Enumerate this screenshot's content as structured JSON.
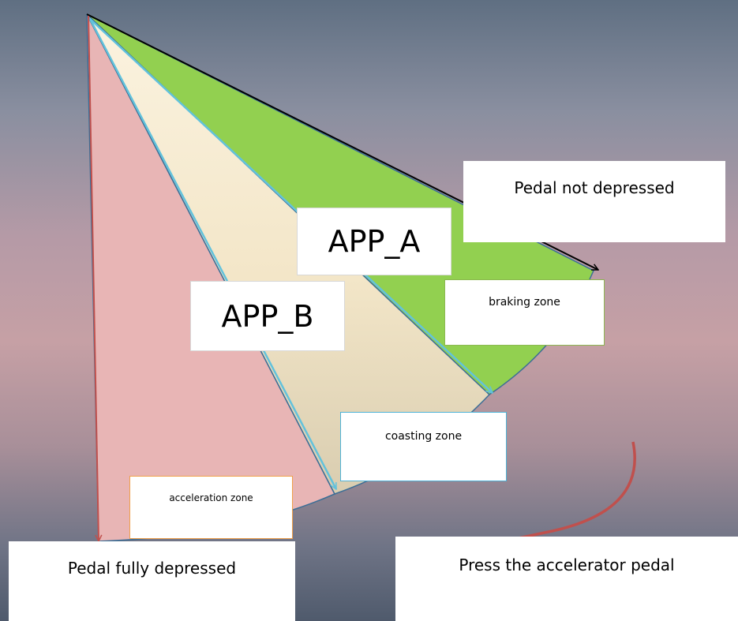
{
  "labels": {
    "pedal_not_depressed": "Pedal not depressed",
    "app_a": "APP_A",
    "app_b": "APP_B",
    "braking_zone": "braking zone",
    "coasting_zone": "coasting zone",
    "acceleration_zone": "acceleration zone",
    "pedal_fully_depressed": "Pedal fully depressed",
    "press_accelerator": "Press the accelerator pedal"
  },
  "colors": {
    "braking_zone": "#92d050",
    "coasting_zone": "#f6ecd2",
    "acceleration_zone": "#e8b5b5",
    "sector_outline": "#3c6e96",
    "app_a_arrow": "#000000",
    "app_b_arrow": "#62c2dc",
    "full_depress_arrow": "#c0504d",
    "press_arrow": "#c0504d",
    "braking_border": "#8cb850",
    "coasting_border": "#4fb2d6",
    "acceleration_border": "#f0a04b"
  }
}
